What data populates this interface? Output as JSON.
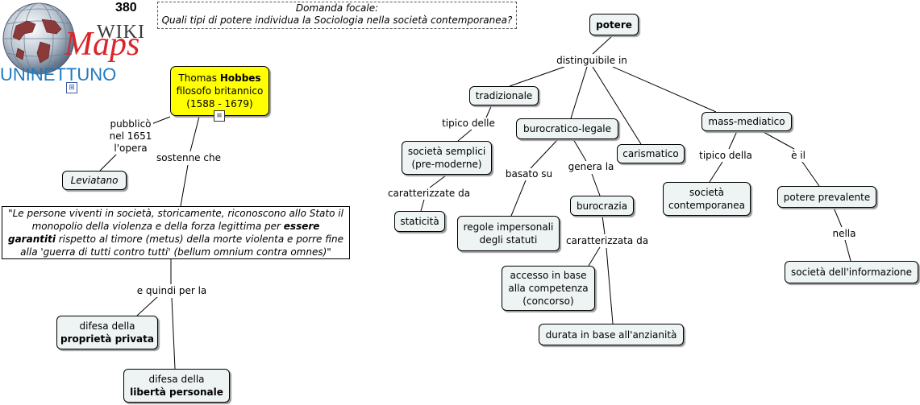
{
  "header": {
    "map_number": "380",
    "focal_question_title": "Domanda focale:",
    "focal_question": "Quali tipi di potere individua la Sociologia nella società contemporanea?",
    "logo": {
      "wiki": "WIKI",
      "maps": "Maps",
      "university": "UNINETTUNO"
    }
  },
  "left": {
    "hobbes": {
      "line1": "Thomas ",
      "name_bold": "Hobbes",
      "line2": "filosofo britannico",
      "line3": "(1588 - 1679)"
    },
    "link_published": [
      "pubblicò",
      "nel 1651",
      "l'opera"
    ],
    "leviatano": "Leviatano",
    "link_sustained": "sostenne che",
    "quote_part1": "\"Le persone viventi in società, storicamente, riconoscono allo Stato il monopolio della violenza e della forza legittima per ",
    "quote_bold": "essere garantiti",
    "quote_part2": " rispetto al timore (metus) della morte violenta e porre fine alla 'guerra di tutti contro tutti' (bellum omnium contra omnes)\"",
    "link_therefore": "e quindi per la",
    "property": {
      "line1": "difesa della",
      "line2": "proprietà privata"
    },
    "liberty": {
      "line1": "difesa della",
      "line2": "libertà personale"
    }
  },
  "right": {
    "potere": "potere",
    "link_distinguishable": "distinguibile in",
    "tradizionale": "tradizionale",
    "burocratico": "burocratico-legale",
    "carismatico": "carismatico",
    "massmediatico": "mass-mediatico",
    "link_typical_of_plural": "tipico delle",
    "simple_societies": [
      "società semplici",
      "(pre-moderne)"
    ],
    "link_characterized_pl": "caratterizzate da",
    "staticita": "staticità",
    "link_based_on": "basato su",
    "impersonal_rules": [
      "regole impersonali",
      "degli statuti"
    ],
    "link_generates": "genera la",
    "burocrazia": "burocrazia",
    "link_characterized_sing": "caratterizzata da",
    "competence_access": [
      "accesso in base",
      "alla competenza",
      "(concorso)"
    ],
    "seniority": "durata in base all'anzianità",
    "link_typical_of_sing": "tipico della",
    "contemporary_society": [
      "società",
      "contemporanea"
    ],
    "link_is_the": "è il",
    "prevailing_power": "potere prevalente",
    "link_in_the": "nella",
    "information_society": "società dell'informazione"
  }
}
